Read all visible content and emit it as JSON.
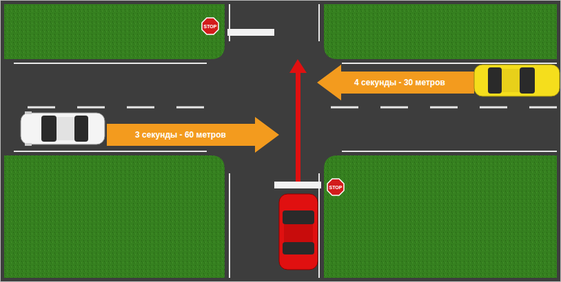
{
  "diagram": {
    "labels": [
      "STOP",
      "4 секунды - 30 метров",
      "3 секунды - 60 метров",
      "STOP"
    ]
  }
}
